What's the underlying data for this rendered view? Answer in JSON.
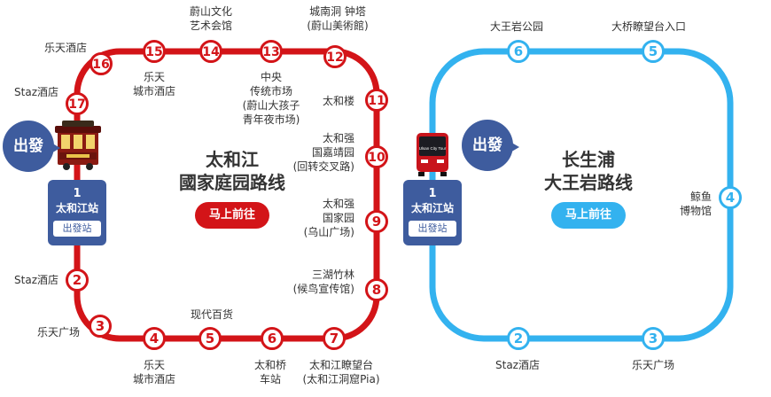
{
  "red_route": {
    "title_line1": "太和江",
    "title_line2": "國家庭园路线",
    "go_button": "马上前往",
    "line_color": "#d31418",
    "start": {
      "depart_bubble": "出發",
      "number": "1",
      "name": "太和江站",
      "tag": "出發站"
    },
    "stops": [
      {
        "num": "2",
        "lines": [
          "Staz酒店"
        ]
      },
      {
        "num": "3",
        "lines": [
          "乐天广场"
        ]
      },
      {
        "num": "4",
        "lines": [
          "乐天",
          "城市酒店"
        ]
      },
      {
        "num": "5",
        "lines": [
          "现代百货"
        ]
      },
      {
        "num": "6",
        "lines": [
          "太和桥",
          "车站"
        ]
      },
      {
        "num": "7",
        "lines": [
          "太和江瞭望台",
          "(太和江洞窟Pia)"
        ]
      },
      {
        "num": "8",
        "lines": [
          "三湖竹林",
          "(候鸟宣传馆)"
        ]
      },
      {
        "num": "9",
        "lines": [
          "太和强",
          "国家园",
          "(乌山广场)"
        ]
      },
      {
        "num": "10",
        "lines": [
          "太和强",
          "国嘉靖园",
          "(回转交叉路)"
        ]
      },
      {
        "num": "11",
        "lines": [
          "太和楼"
        ]
      },
      {
        "num": "12",
        "lines": [
          "城南洞 钟塔",
          "(蔚山美術館)"
        ]
      },
      {
        "num": "13",
        "lines": [
          "中央",
          "传统市场",
          "(蔚山大孩子",
          "青年夜市场)"
        ]
      },
      {
        "num": "14",
        "lines": [
          "蔚山文化",
          "艺术会馆"
        ]
      },
      {
        "num": "15",
        "lines": [
          "乐天",
          "城市酒店"
        ]
      },
      {
        "num": "16",
        "lines": [
          "乐天酒店"
        ]
      },
      {
        "num": "17",
        "lines": [
          "Staz酒店"
        ]
      }
    ]
  },
  "blue_route": {
    "title_line1": "长生浦",
    "title_line2": "大王岩路线",
    "go_button": "马上前往",
    "line_color": "#33b2ef",
    "start": {
      "depart_bubble": "出發",
      "number": "1",
      "name": "太和江站",
      "tag": "出發站"
    },
    "stops": [
      {
        "num": "2",
        "lines": [
          "Staz酒店"
        ]
      },
      {
        "num": "3",
        "lines": [
          "乐天广场"
        ]
      },
      {
        "num": "4",
        "lines": [
          "鲸鱼",
          "博物馆"
        ]
      },
      {
        "num": "5",
        "lines": [
          "大桥瞭望台入口"
        ]
      },
      {
        "num": "6",
        "lines": [
          "大王岩公园"
        ]
      }
    ]
  },
  "bus_sign": "Ulsan City Tour"
}
